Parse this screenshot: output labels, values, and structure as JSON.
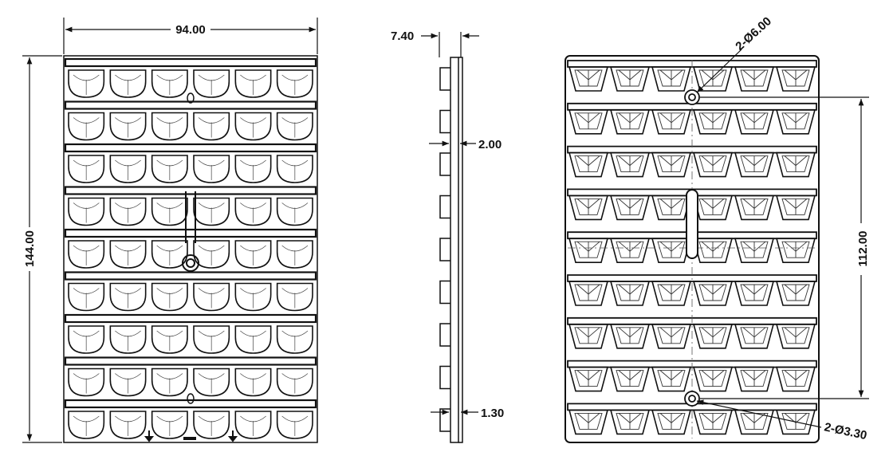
{
  "drawing": {
    "front_view": {
      "width_label": "94.00",
      "height_label": "144.00",
      "rows": 9,
      "cols": 6
    },
    "side_view": {
      "thickness_label": "7.40",
      "wall_label": "2.00",
      "base_label": "1.30"
    },
    "back_view": {
      "hole_large_label": "2-Ø6.00",
      "hole_small_label": "2-Ø3.30",
      "hole_spacing_label": "112.00",
      "rows": 9,
      "cols": 6
    }
  }
}
